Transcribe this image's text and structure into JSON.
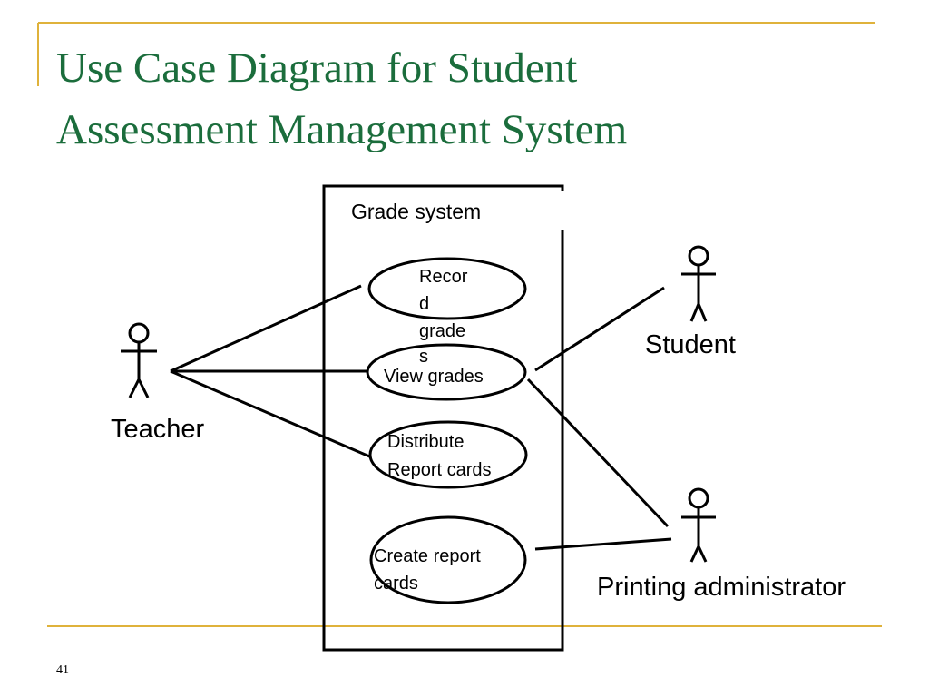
{
  "slide": {
    "title_lines": [
      "Use Case Diagram for Student",
      "Assessment Management System"
    ],
    "page_number": "41"
  },
  "diagram": {
    "system_label": "Grade system",
    "use_cases": [
      {
        "id": "record",
        "label_lines": [
          "Recor",
          "d",
          "grade",
          "s"
        ]
      },
      {
        "id": "view",
        "label_lines": [
          "View grades"
        ]
      },
      {
        "id": "distribute",
        "label_lines": [
          "Distribute",
          "Report cards"
        ]
      },
      {
        "id": "create",
        "label_lines": [
          "Create report",
          "cards"
        ]
      }
    ],
    "actors": [
      {
        "id": "teacher",
        "label": "Teacher"
      },
      {
        "id": "student",
        "label": "Student"
      },
      {
        "id": "printing-admin",
        "label": "Printing administrator"
      }
    ],
    "associations": [
      {
        "from": "teacher",
        "to": "record"
      },
      {
        "from": "teacher",
        "to": "view"
      },
      {
        "from": "teacher",
        "to": "distribute"
      },
      {
        "from": "student",
        "to": "view"
      },
      {
        "from": "printing-admin",
        "to": "view"
      },
      {
        "from": "printing-admin",
        "to": "create"
      }
    ],
    "colors": {
      "title": "#1b6d3c",
      "accent_lines": "#dfb23b",
      "lines": "#000000"
    }
  }
}
